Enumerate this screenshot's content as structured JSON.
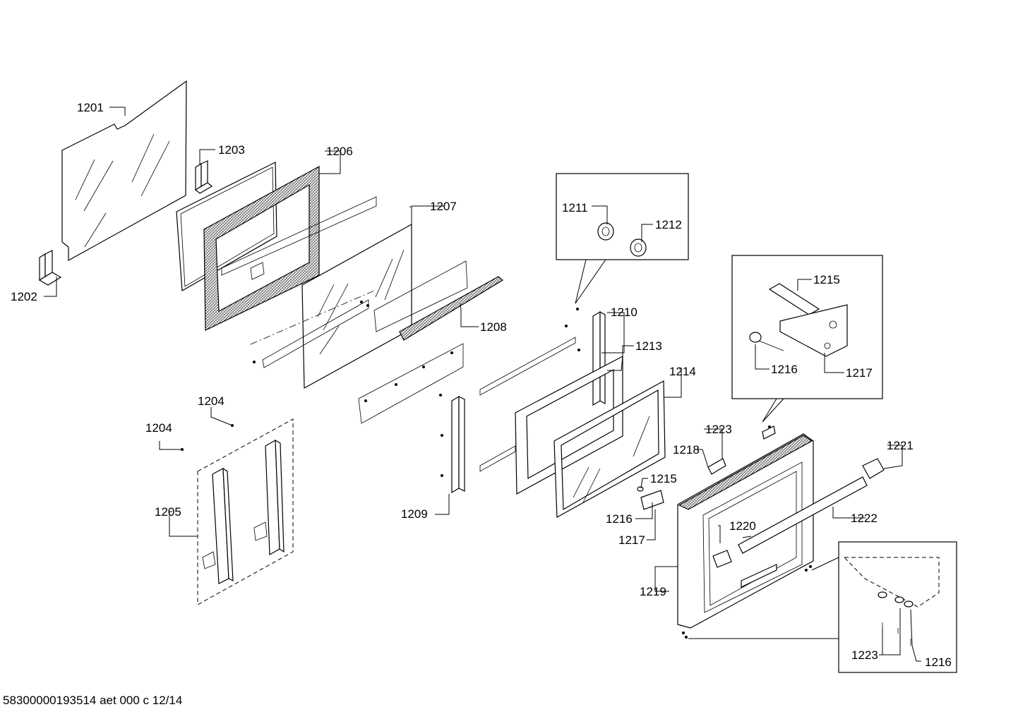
{
  "labels": {
    "l1201": "1201",
    "l1202": "1202",
    "l1203": "1203",
    "l1204a": "1204",
    "l1204b": "1204",
    "l1205": "1205",
    "l1206": "1206",
    "l1207": "1207",
    "l1208": "1208",
    "l1209": "1209",
    "l1210": "1210",
    "l1211": "1211",
    "l1212": "1212",
    "l1213": "1213",
    "l1214": "1214",
    "l1215a": "1215",
    "l1215b": "1215",
    "l1216a": "1216",
    "l1216b": "1216",
    "l1216c": "1216",
    "l1217a": "1217",
    "l1217b": "1217",
    "l1218": "1218",
    "l1219": "1219",
    "l1220": "1220",
    "l1221": "1221",
    "l1222": "1222",
    "l1223a": "1223",
    "l1223b": "1223"
  },
  "footer": "58300000193514 aet 000 c 12/14"
}
